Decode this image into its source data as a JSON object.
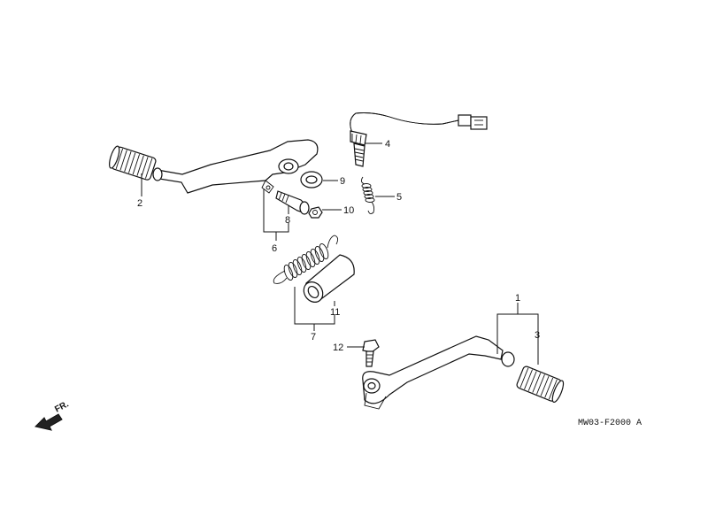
{
  "callouts": {
    "c1": "1",
    "c2": "2",
    "c3": "3",
    "c4": "4",
    "c5": "5",
    "c6": "6",
    "c7": "7",
    "c8": "8",
    "c9": "9",
    "c10": "10",
    "c11": "11",
    "c12": "12"
  },
  "diagram_code": "MW03-F2000 A",
  "front_indicator": "FR."
}
